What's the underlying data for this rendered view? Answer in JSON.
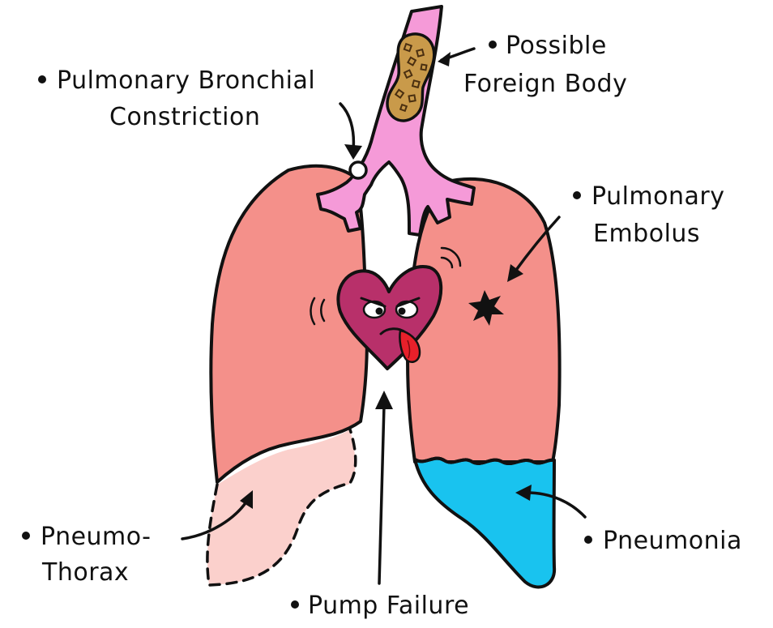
{
  "labels": {
    "foreign_body": {
      "line1": "Possible",
      "line2": "Foreign Body"
    },
    "bronchial": {
      "line1": "Pulmonary Bronchial",
      "line2": "Constriction"
    },
    "embolus": {
      "line1": "Pulmonary",
      "line2": "Embolus"
    },
    "pneumothorax": {
      "line1": "Pneumo-",
      "line2": "Thorax"
    },
    "pneumonia": {
      "line1": "Pneumonia"
    },
    "pump_failure": {
      "line1": "Pump Failure"
    }
  },
  "colors": {
    "lung": "#f4908a",
    "lung_collapsed": "#fbd0cc",
    "trachea": "#f59ad8",
    "fluid": "#19c3ef",
    "heart": "#b8306a",
    "heart_dark": "#7a1744",
    "tongue": "#e8202a",
    "foreign_body": "#c99a4a"
  }
}
